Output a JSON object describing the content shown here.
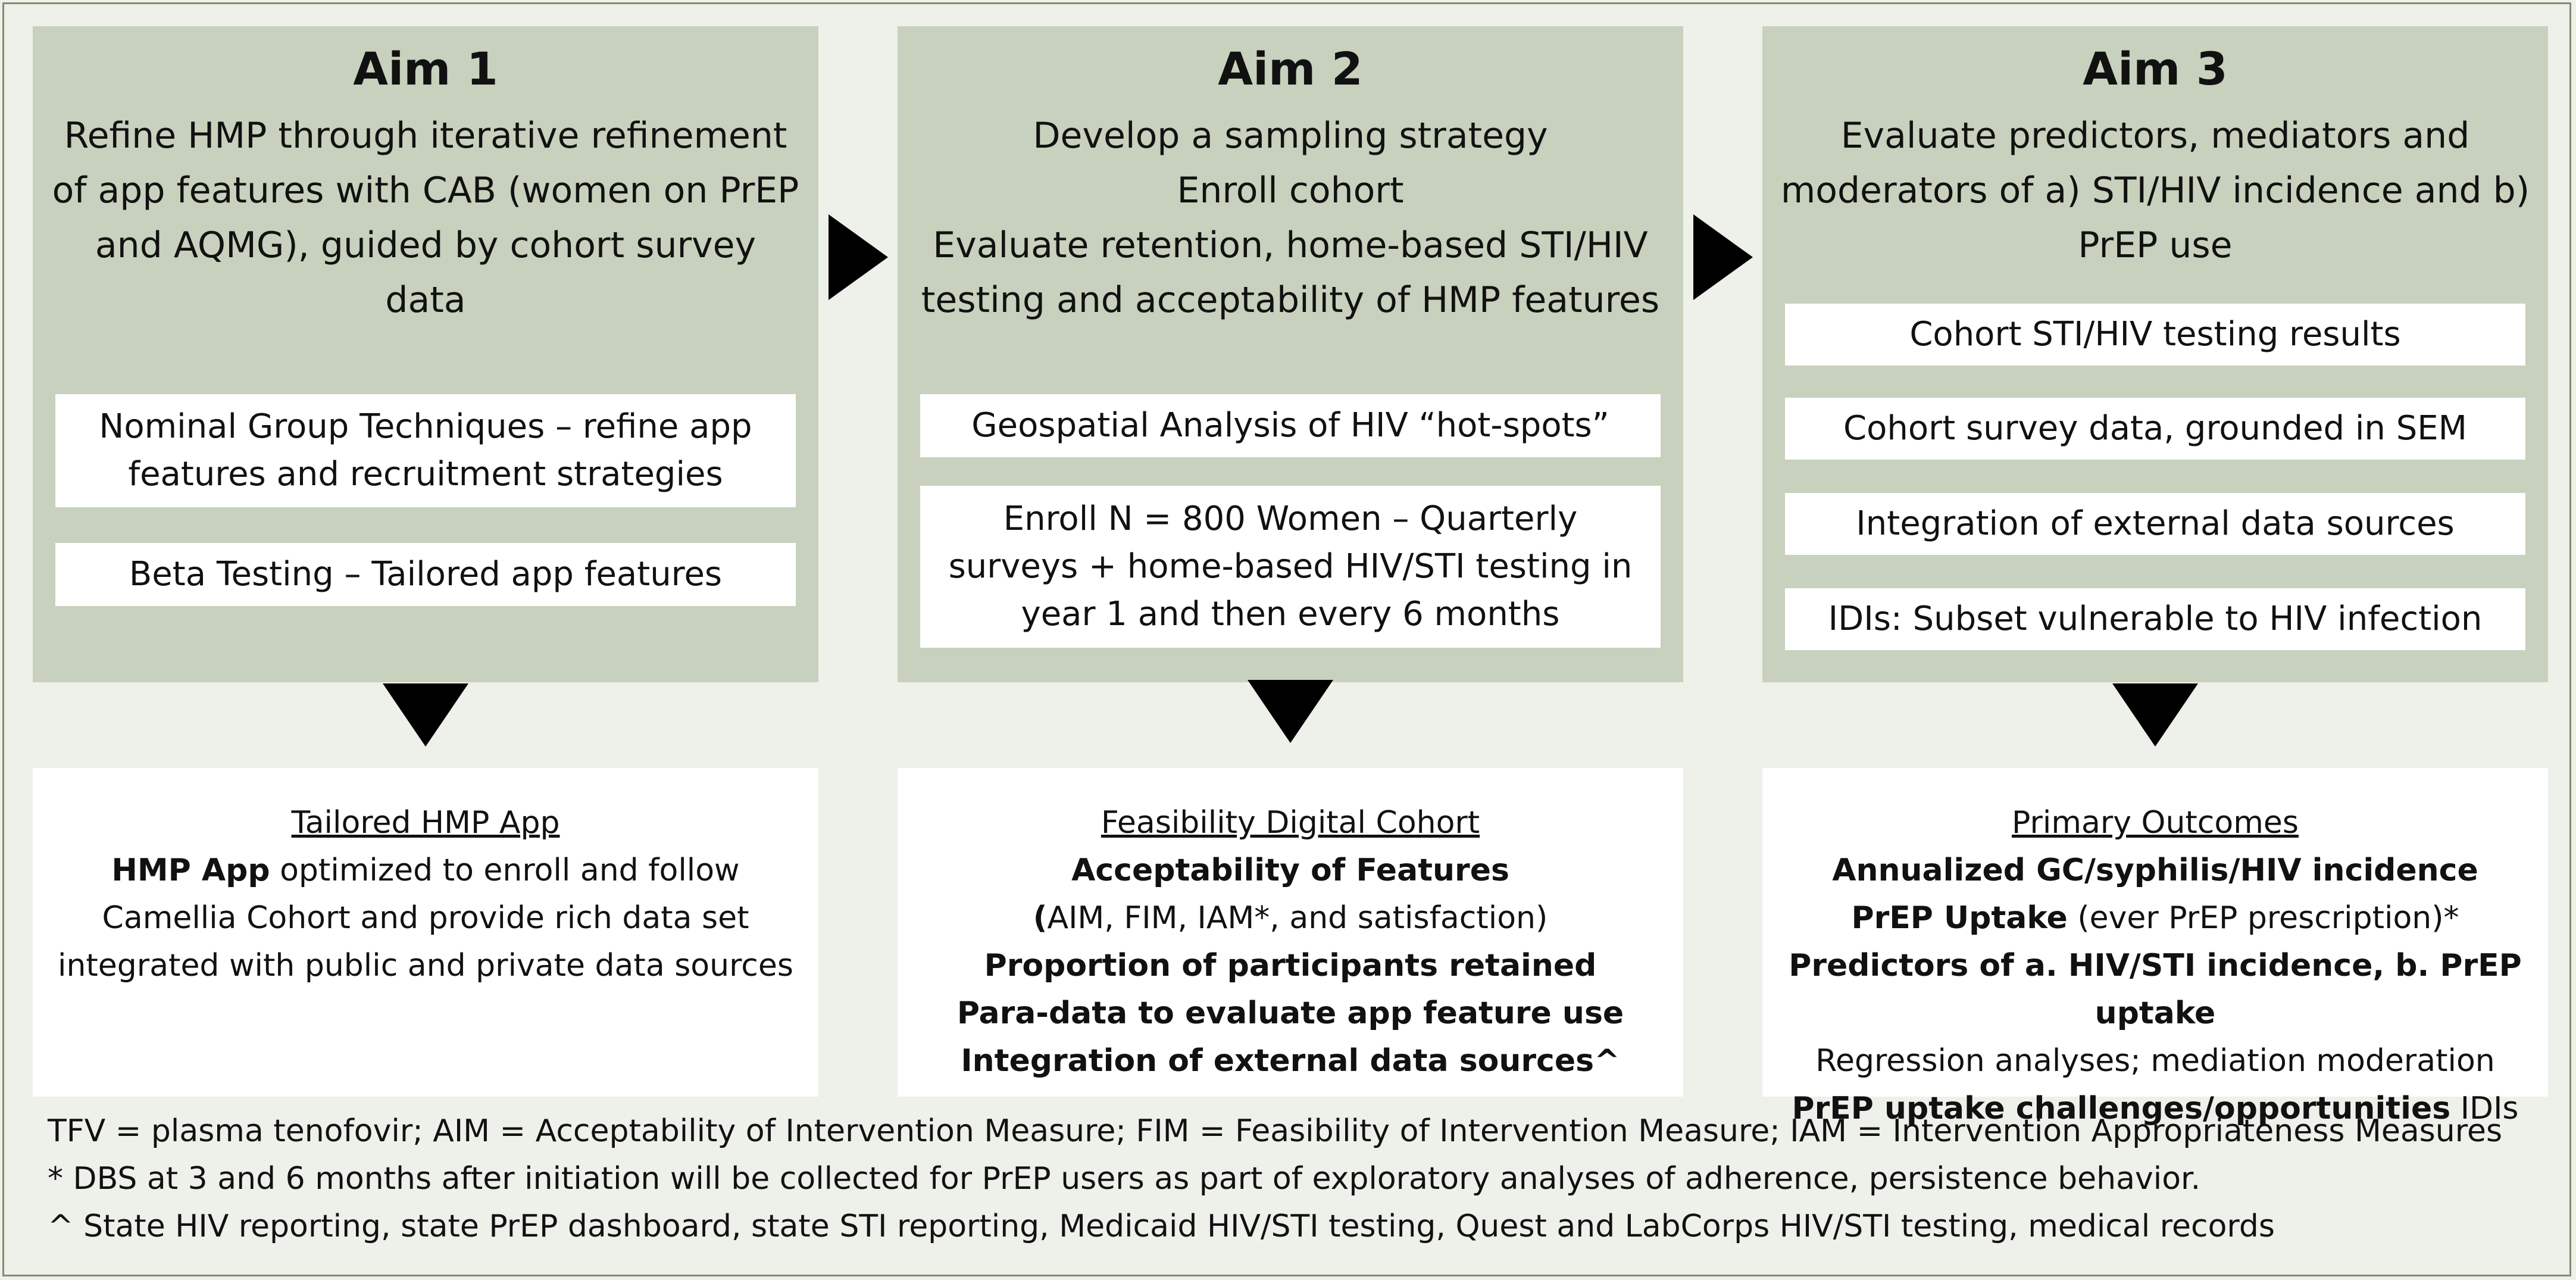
{
  "aims": [
    {
      "heading": "Aim 1",
      "description": "Refine HMP through iterative refinement of app features with CAB (women on PrEP and AQMG), guided by cohort survey data",
      "tasks": [
        "Nominal Group Techniques – refine app features and recruitment strategies",
        "Beta Testing – Tailored app features"
      ]
    },
    {
      "heading": "Aim 2",
      "description_lines": [
        "Develop a sampling strategy",
        "Enroll cohort",
        "Evaluate retention, home-based STI/HIV testing and acceptability of HMP features"
      ],
      "tasks": [
        "Geospatial Analysis of HIV “hot-spots”",
        "Enroll N = 800 Women – Quarterly surveys + home-based HIV/STI testing in year 1 and then every 6 months"
      ]
    },
    {
      "heading": "Aim 3",
      "description": "Evaluate predictors, mediators and moderators of a) STI/HIV incidence and b) PrEP use",
      "tasks": [
        "Cohort STI/HIV testing results",
        "Cohort survey data, grounded in SEM",
        "Integration of external data sources",
        "IDIs: Subset vulnerable to HIV infection"
      ]
    }
  ],
  "outcomes": [
    {
      "title": "Tailored HMP App",
      "line1_bold": "HMP App",
      "line1_rest": " optimized to enroll and follow Camellia Cohort and provide rich data set integrated with public and private data sources"
    },
    {
      "title": "Feasibility Digital Cohort",
      "l1": "Acceptability of Features",
      "l2_bold": "(",
      "l2_rest": "AIM, FIM, IAM*, and satisfaction)",
      "l3": "Proportion of participants retained",
      "l4": "Para-data to evaluate app feature use",
      "l5": "Integration of external data sources^"
    },
    {
      "title": "Primary Outcomes",
      "l1": "Annualized GC/syphilis/HIV incidence",
      "l2_bold": "PrEP Uptake",
      "l2_rest": " (ever PrEP prescription)*",
      "l3": "Predictors of a. HIV/STI incidence, b. PrEP uptake",
      "l4": "Regression analyses; mediation moderation",
      "l5_bold": "PrEP uptake challenges/opportunities",
      "l5_rest": " IDIs"
    }
  ],
  "footnotes": [
    "TFV = plasma tenofovir; AIM = Acceptability of Intervention Measure; FIM = Feasibility of Intervention Measure; IAM = Intervention Appropriateness Measures",
    "* DBS at 3 and 6 months after initiation will be collected for PrEP users as part of exploratory analyses of adherence, persistence behavior.",
    "^ State HIV reporting, state PrEP dashboard, state STI reporting, Medicaid HIV/STI testing, Quest and LabCorps HIV/STI testing, medical records"
  ],
  "colors": {
    "panel": "#c7d1bd",
    "background": "#eef0ea",
    "arrow": "#000000",
    "box": "#ffffff"
  }
}
